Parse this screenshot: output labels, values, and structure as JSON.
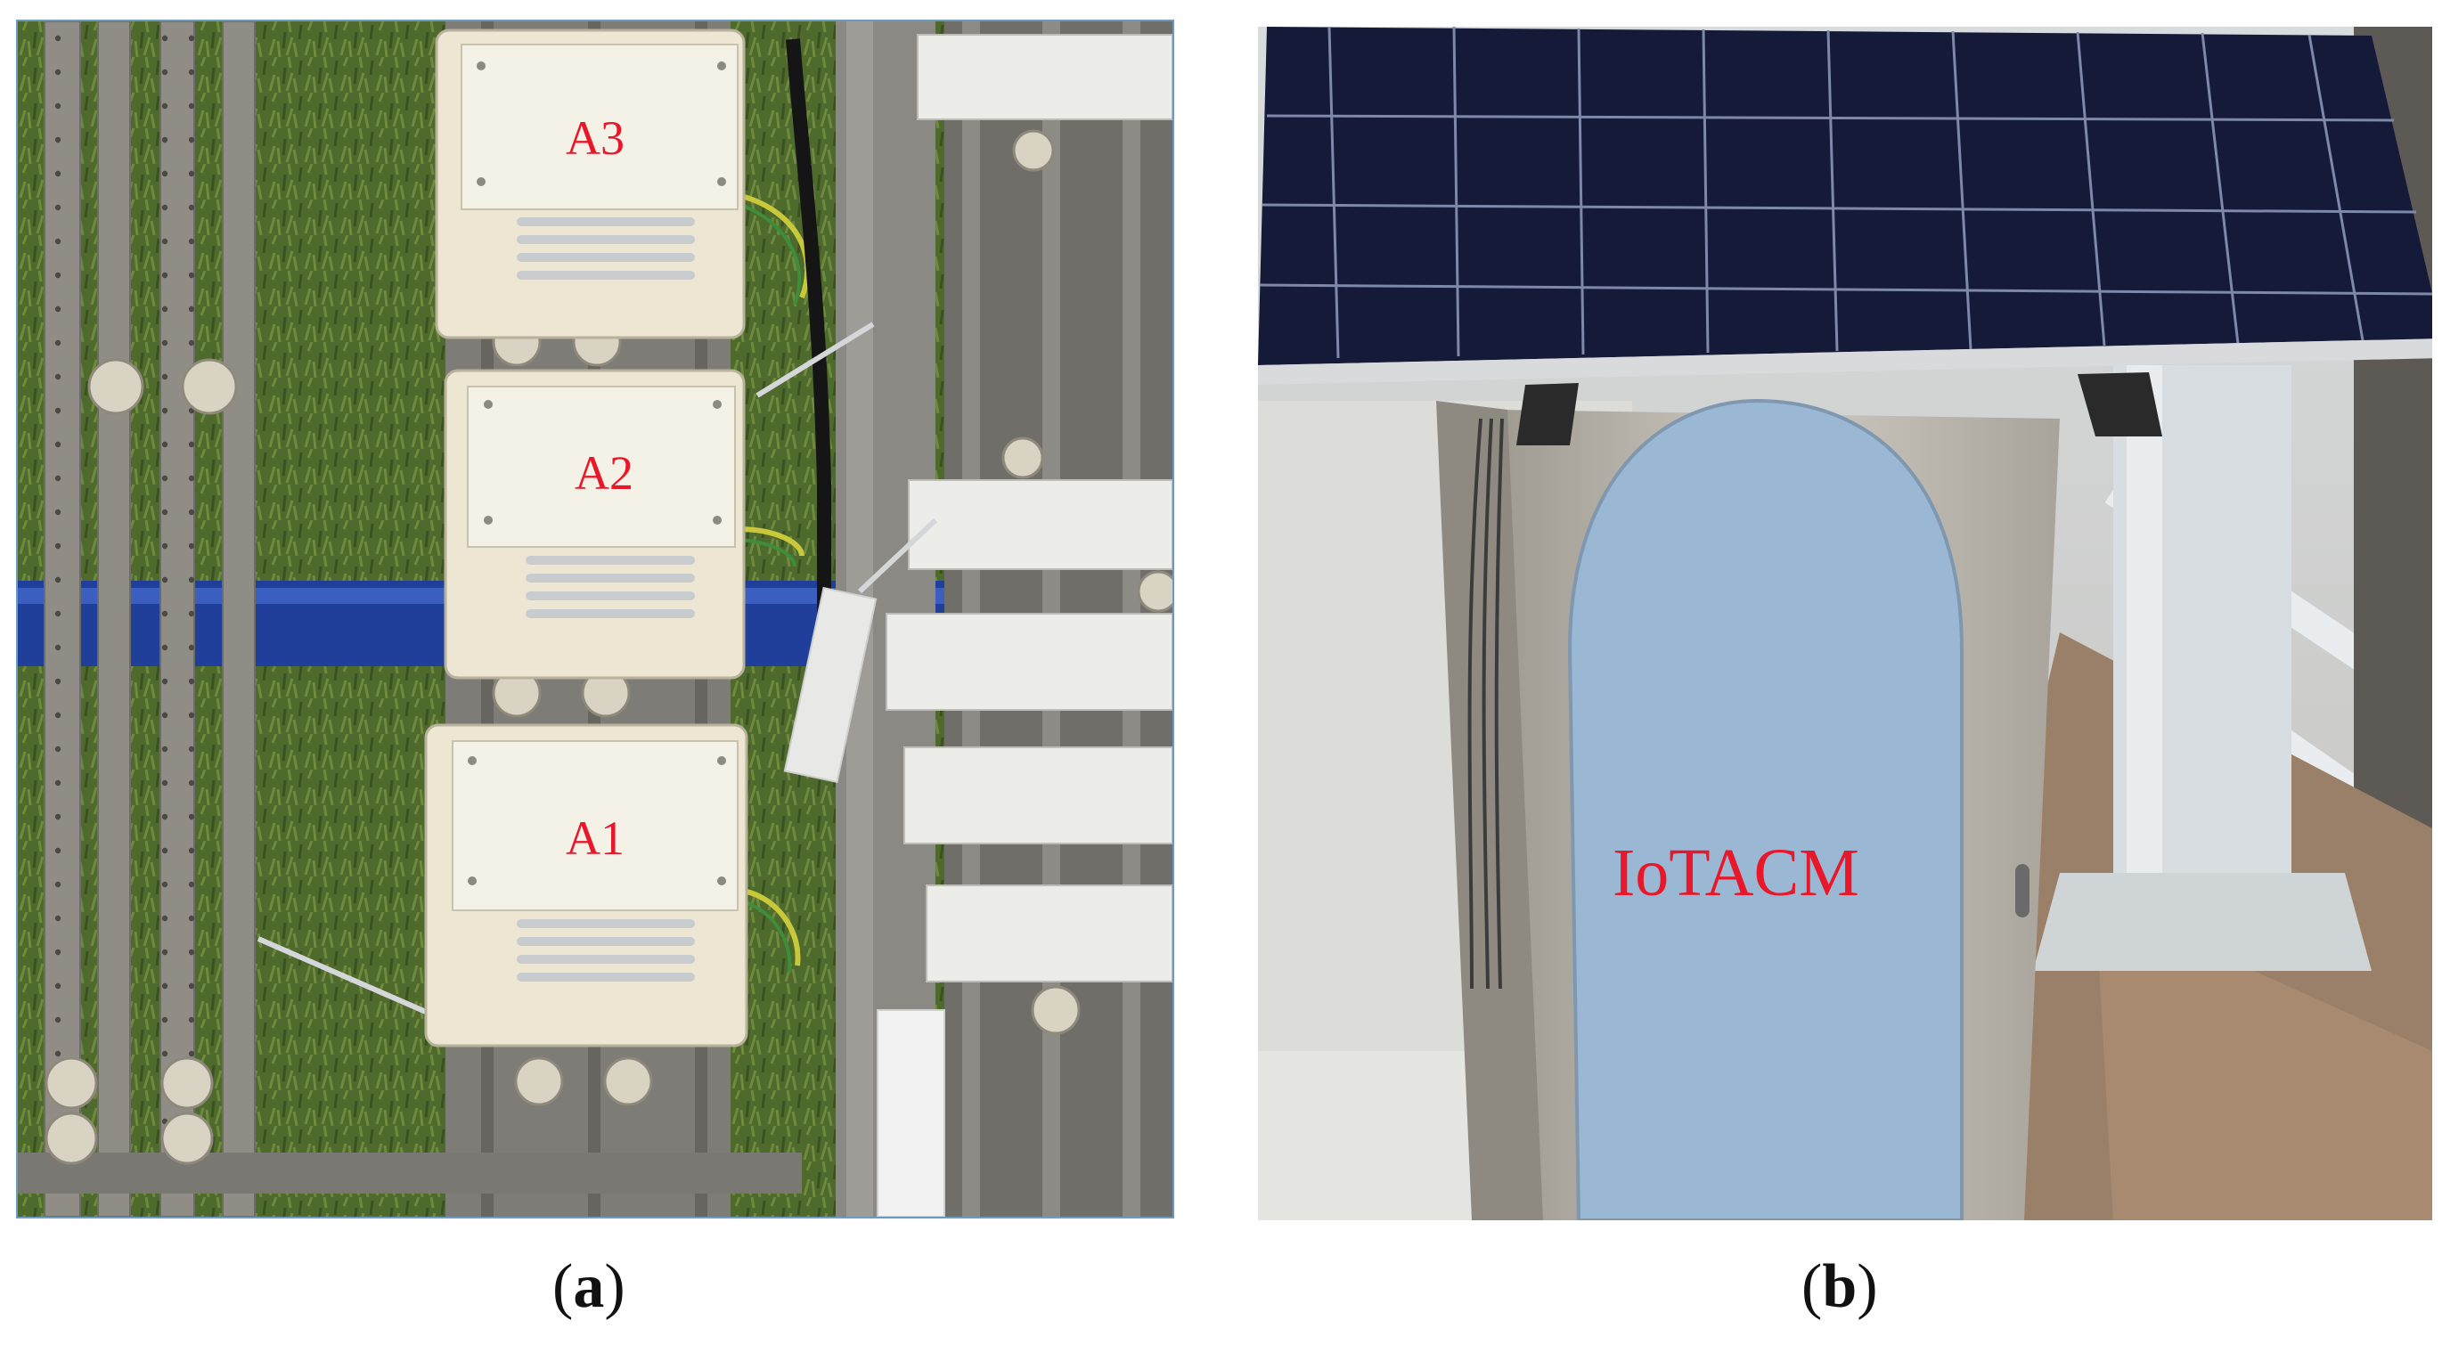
{
  "panel_a": {
    "sensor_labels": [
      "A3",
      "A2",
      "A1"
    ],
    "caption": {
      "open": "(",
      "letter": "a",
      "close": ")"
    }
  },
  "panel_b": {
    "device_label": "IoTACM",
    "caption": {
      "open": "(",
      "letter": "b",
      "close": ")"
    }
  },
  "colors": {
    "label_red": "#e8182a",
    "grass": "#4e6a2c",
    "pipe_blue": "#1f3f9a",
    "sensor_white": "#ece6d3",
    "solar_panel": "#141a38",
    "cabinet_steel": "#b8b4ab",
    "door_blue": "#9ab7d3"
  }
}
